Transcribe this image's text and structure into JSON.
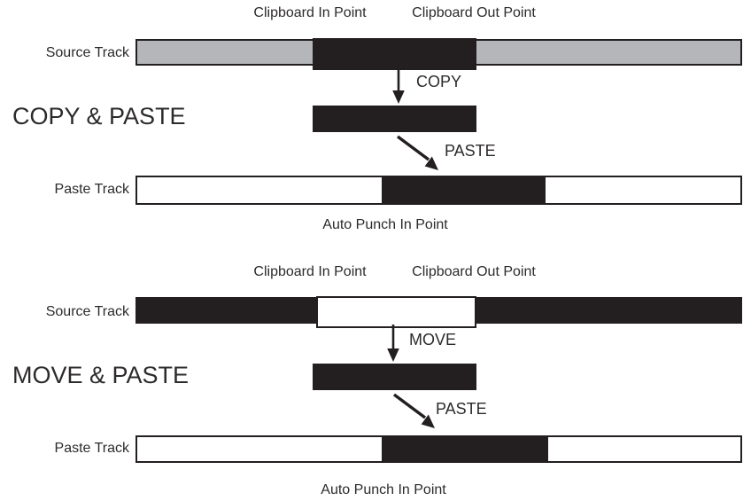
{
  "colors": {
    "track_dark": "#231f20",
    "track_gray": "#b4b6b9",
    "text": "#2d2a2b",
    "background": "#ffffff"
  },
  "sections": [
    {
      "title": "COPY & PASTE",
      "clipboard_in_point_label": "Clipboard In Point",
      "clipboard_out_point_label": "Clipboard Out Point",
      "source_track_label": "Source Track",
      "transfer_arrow_label": "COPY",
      "paste_arrow_label": "PASTE",
      "paste_track_label": "Paste Track",
      "auto_punch_in_point_label": "Auto Punch In Point"
    },
    {
      "title": "MOVE & PASTE",
      "clipboard_in_point_label": "Clipboard In Point",
      "clipboard_out_point_label": "Clipboard Out Point",
      "source_track_label": "Source Track",
      "transfer_arrow_label": "MOVE",
      "paste_arrow_label": "PASTE",
      "paste_track_label": "Paste Track",
      "auto_punch_in_point_label": "Auto Punch In Point"
    }
  ]
}
